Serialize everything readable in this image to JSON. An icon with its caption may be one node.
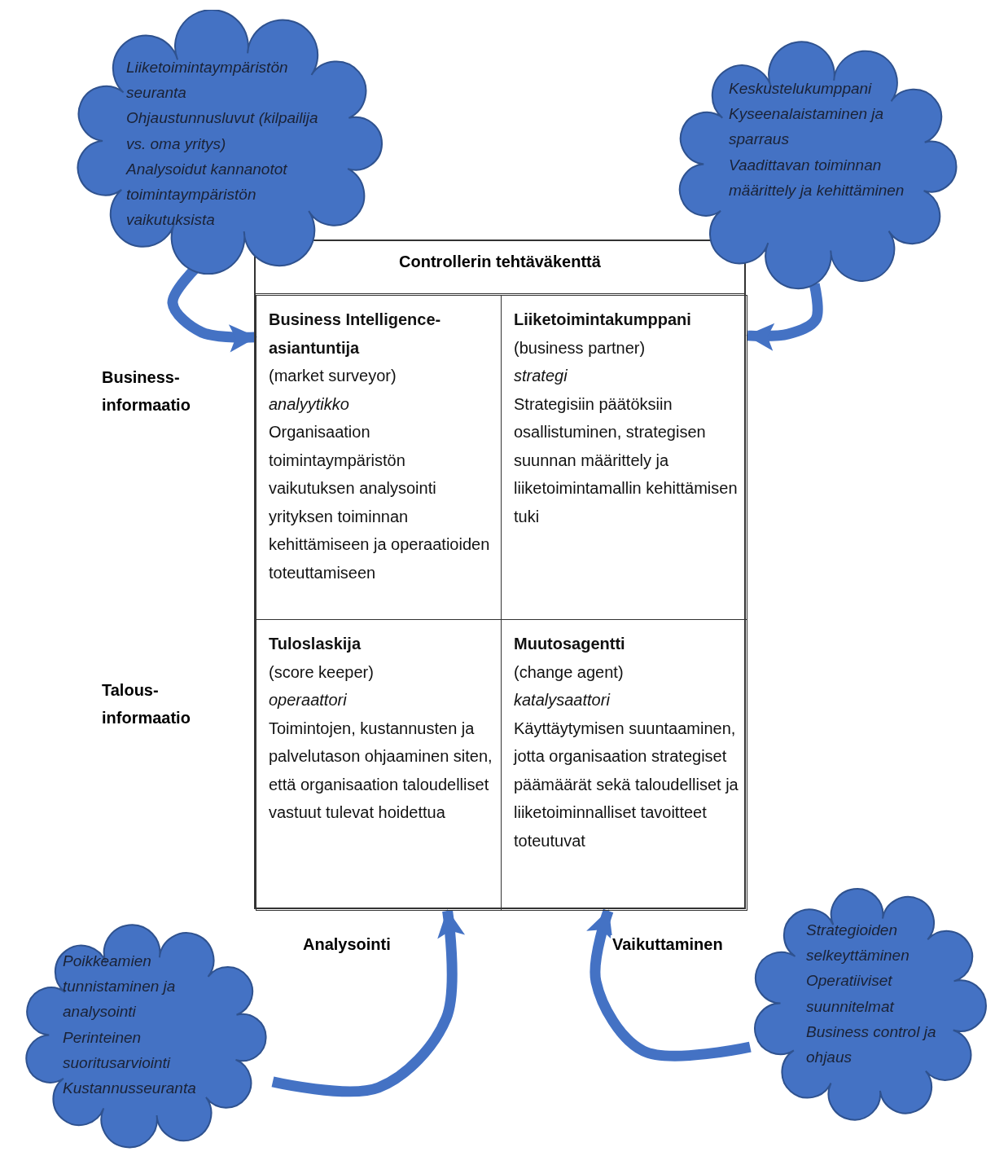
{
  "diagram": {
    "nodes": [
      {
        "text": [
          "Controllerin tehtäväkenttä"
        ]
      },
      {
        "text": [
          "Business Intelligence-asiantuntija",
          "(market surveyor)",
          "analyytikko",
          "Organisaation toimintaympäristön vaikutuksen analysointi yrityksen toiminnan kehittämiseen ja operaatioiden toteuttamiseen"
        ],
        "in": 0
      },
      {
        "text": [
          "Liiketoimintakumppani",
          "(business partner)",
          "strategi",
          "Strategisiin päätöksiin osallistuminen, strategisen suunnan määrittely ja liiketoimintamallin kehittämisen tuki"
        ],
        "in": 0
      },
      {
        "text": [
          "Tuloslaskija",
          "(score keeper)",
          "operaattori",
          "Toimintojen, kustannusten ja palvelutason ohjaaminen siten, että organisaation taloudelliset vastuut tulevat hoidettua"
        ],
        "in": 0
      },
      {
        "text": [
          "Muutosagentti",
          "(change agent)",
          "katalysaattori",
          "Käyttäytymisen suuntaaminen, jotta organisaation strategiset päämäärät sekä taloudelliset ja liiketoiminnalliset tavoitteet toteutuvat"
        ],
        "in": 0
      },
      {
        "text": [
          "Liiketoimintaympäristön seuranta",
          "Ohjaustunnusluvut (kilpailija vs. oma yritys)",
          "Analysoidut kannanotot toimintaympäristön vaikutuksista"
        ]
      },
      {
        "text": [
          "Keskustelukumppani",
          "Kyseenalaistaminen ja sparraus",
          "Vaadittavan toiminnan määrittely ja kehittäminen"
        ]
      },
      {
        "text": [
          "Poikkeamien tunnistaminen ja analysointi",
          "Perinteinen suoritusarviointi",
          "Kustannusseuranta"
        ]
      },
      {
        "text": [
          "Strategioiden selkeyttäminen",
          "Operatiiviset suunnitelmat",
          "Business control ja ohjaus"
        ]
      }
    ],
    "edges": [
      {
        "from": 5,
        "to": 1,
        "arrow": "to"
      },
      {
        "from": 6,
        "to": 2,
        "arrow": "to"
      },
      {
        "from": 7,
        "to": 3,
        "arrow": "to",
        "label": "Analysointi"
      },
      {
        "from": 8,
        "to": 4,
        "arrow": "to",
        "label": "Vaikuttaminen"
      }
    ],
    "labels": [
      "Business-informaatio",
      "Talous-informaatio"
    ]
  }
}
